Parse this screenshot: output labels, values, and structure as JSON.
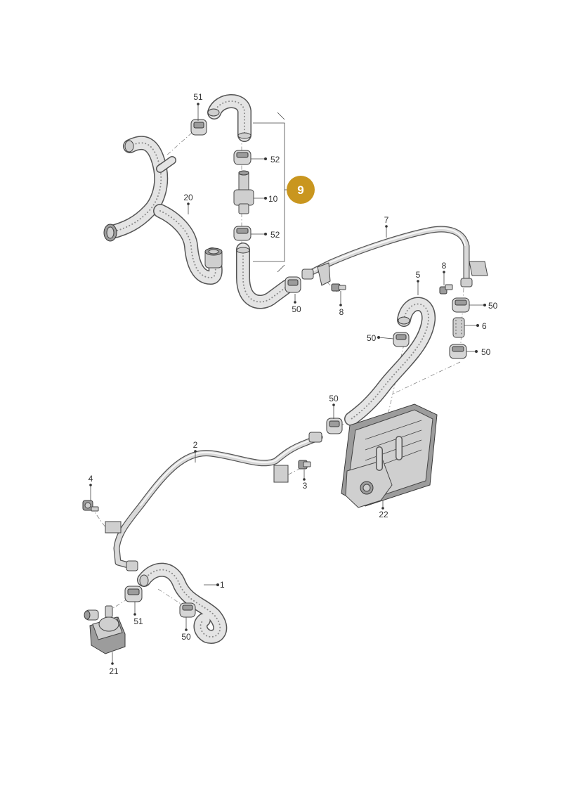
{
  "callouts": {
    "c51_top": "51",
    "c52_top": "52",
    "c10": "10",
    "c52_bottom": "52",
    "c20": "20",
    "c9": "9",
    "c7": "7",
    "c50_upper": "50",
    "c8_upper": "8",
    "c8_right": "8",
    "c5": "5",
    "c50_right_top": "50",
    "c6": "6",
    "c50_left": "50",
    "c50_right_bottom": "50",
    "c50_mid": "50",
    "c2": "2",
    "c3": "3",
    "c22": "22",
    "c4": "4",
    "c1": "1",
    "c51_bottom": "51",
    "c50_bottom": "50",
    "c21": "21"
  },
  "colors": {
    "badge_fill": "#c9961f",
    "badge_text": "#ffffff",
    "line": "#444444"
  }
}
